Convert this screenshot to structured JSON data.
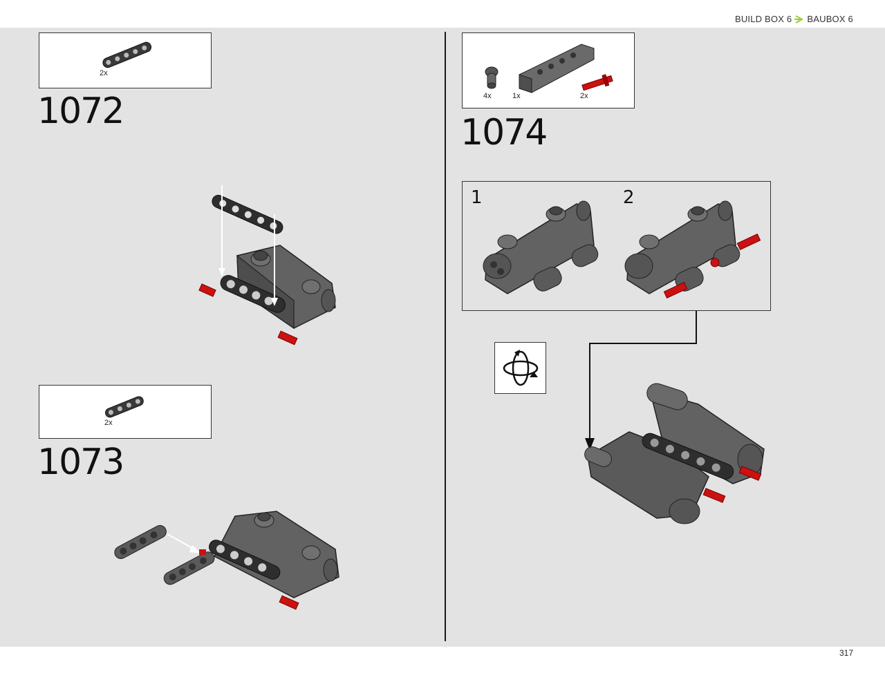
{
  "header": {
    "breadcrumb_en": "BUILD BOX 6",
    "breadcrumb_de": "BAUBOX 6",
    "accent_color": "#9acd32"
  },
  "footer": {
    "page_number": "317"
  },
  "steps": [
    {
      "number": "1072",
      "parts": [
        {
          "qty": "2x",
          "part": "beam-icon"
        }
      ]
    },
    {
      "number": "1073",
      "parts": [
        {
          "qty": "2x",
          "part": "short-beam-icon"
        }
      ]
    },
    {
      "number": "1074",
      "parts": [
        {
          "qty": "4x",
          "part": "connector-icon"
        },
        {
          "qty": "1x",
          "part": "panel-icon"
        },
        {
          "qty": "2x",
          "part": "axle-pin-icon"
        }
      ],
      "substeps": [
        "1",
        "2"
      ]
    }
  ],
  "colors": {
    "brick_dark": "#5a5a5a",
    "brick_light": "#7a7a7a",
    "pin_red": "#cc1111"
  }
}
